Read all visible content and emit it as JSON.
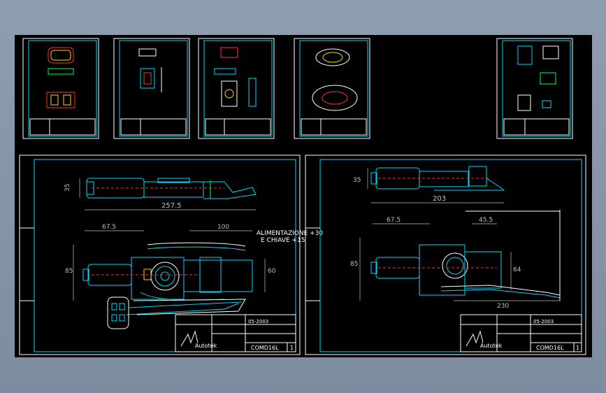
{
  "colors": {
    "background": "#8f9db0",
    "viewport": "#000000",
    "line": "#00d8ff",
    "white": "#ffffff",
    "center": "#ff3030"
  },
  "left": {
    "dim_35": "35",
    "dim_257": "257.5",
    "dim_67": "67.5",
    "dim_100": "100",
    "dim_85": "85",
    "dim_60": "60",
    "note": "ALIMENTAZIONE +30",
    "note2": "E CHIAVE +15",
    "tb": {
      "company": "Autotek",
      "code": "COMD16L",
      "sheet": "1",
      "date": "05-2003"
    }
  },
  "right": {
    "dim_35": "35",
    "dim_203": "203",
    "dim_67": "67.5",
    "dim_45": "45.5",
    "dim_85": "85",
    "dim_64": "64",
    "dim_230": "230",
    "tb": {
      "company": "Autotek",
      "code": "COMD16L",
      "sheet": "1",
      "date": "05-2003"
    }
  }
}
